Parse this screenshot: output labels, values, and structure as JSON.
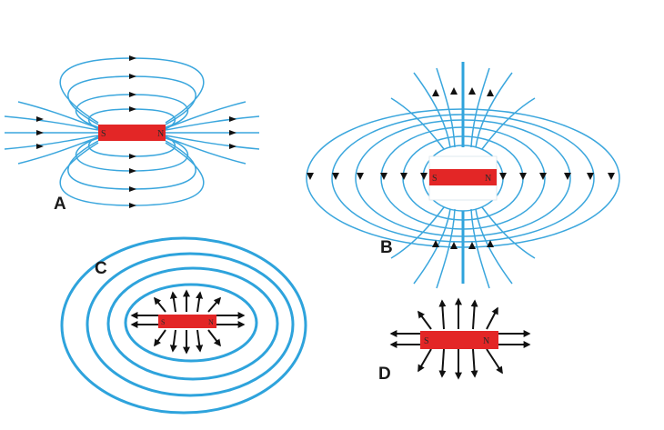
{
  "panels": [
    {
      "id": "A",
      "label": "A",
      "magnet": {
        "south": "S",
        "north": "N"
      },
      "colors": {
        "field": "#3aa6dd",
        "magnet": "#e32626"
      }
    },
    {
      "id": "B",
      "label": "B",
      "magnet": {
        "south": "S",
        "north": "N"
      },
      "colors": {
        "field": "#3aa6dd",
        "magnet": "#e32626"
      }
    },
    {
      "id": "C",
      "label": "C",
      "magnet": {
        "south": "S",
        "north": "N"
      },
      "colors": {
        "field": "#2ea3dc",
        "magnet": "#e32626",
        "arrows": "#111111"
      }
    },
    {
      "id": "D",
      "label": "D",
      "magnet": {
        "south": "S",
        "north": "N"
      },
      "colors": {
        "magnet": "#e32626",
        "arrows": "#111111"
      }
    }
  ]
}
